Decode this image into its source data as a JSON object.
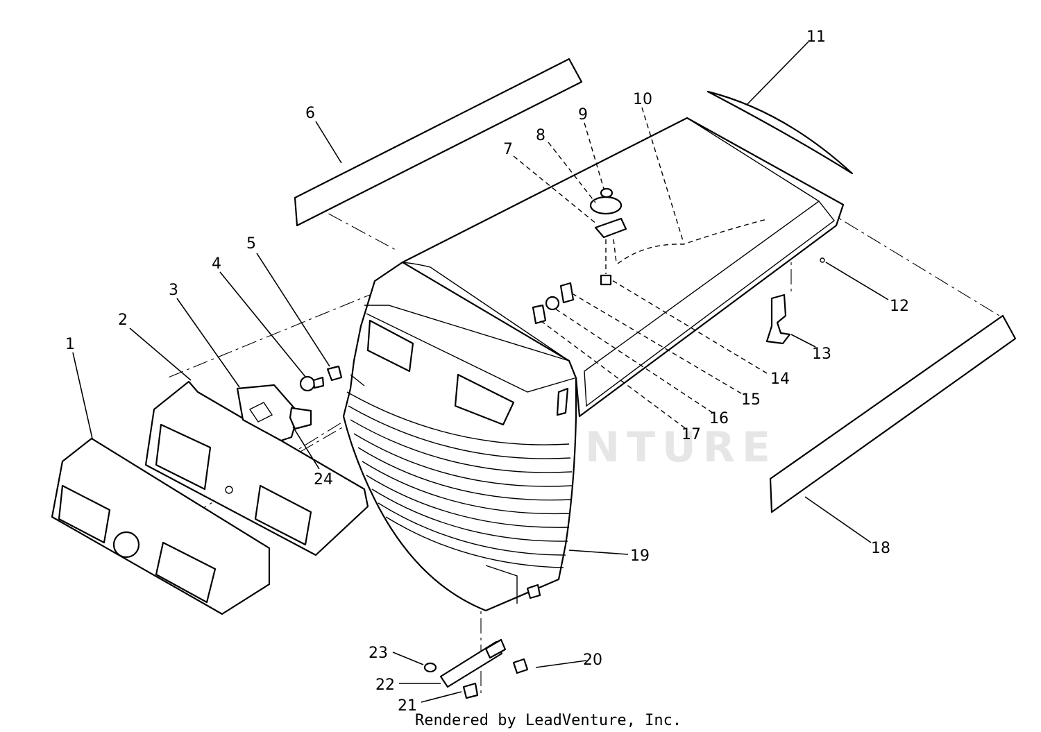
{
  "watermark": {
    "text": "LEADVENTURE"
  },
  "footer": {
    "credit": "Rendered by LeadVenture, Inc."
  },
  "callouts": [
    {
      "id": "1",
      "label": "1"
    },
    {
      "id": "2",
      "label": "2"
    },
    {
      "id": "3",
      "label": "3"
    },
    {
      "id": "4",
      "label": "4"
    },
    {
      "id": "5",
      "label": "5"
    },
    {
      "id": "6",
      "label": "6"
    },
    {
      "id": "7",
      "label": "7"
    },
    {
      "id": "8",
      "label": "8"
    },
    {
      "id": "9",
      "label": "9"
    },
    {
      "id": "10",
      "label": "10"
    },
    {
      "id": "11",
      "label": "11"
    },
    {
      "id": "12",
      "label": "12"
    },
    {
      "id": "13",
      "label": "13"
    },
    {
      "id": "14",
      "label": "14"
    },
    {
      "id": "15",
      "label": "15"
    },
    {
      "id": "16",
      "label": "16"
    },
    {
      "id": "17",
      "label": "17"
    },
    {
      "id": "18",
      "label": "18"
    },
    {
      "id": "19",
      "label": "19"
    },
    {
      "id": "20",
      "label": "20"
    },
    {
      "id": "21",
      "label": "21"
    },
    {
      "id": "22",
      "label": "22"
    },
    {
      "id": "23",
      "label": "23"
    },
    {
      "id": "24",
      "label": "24"
    }
  ]
}
